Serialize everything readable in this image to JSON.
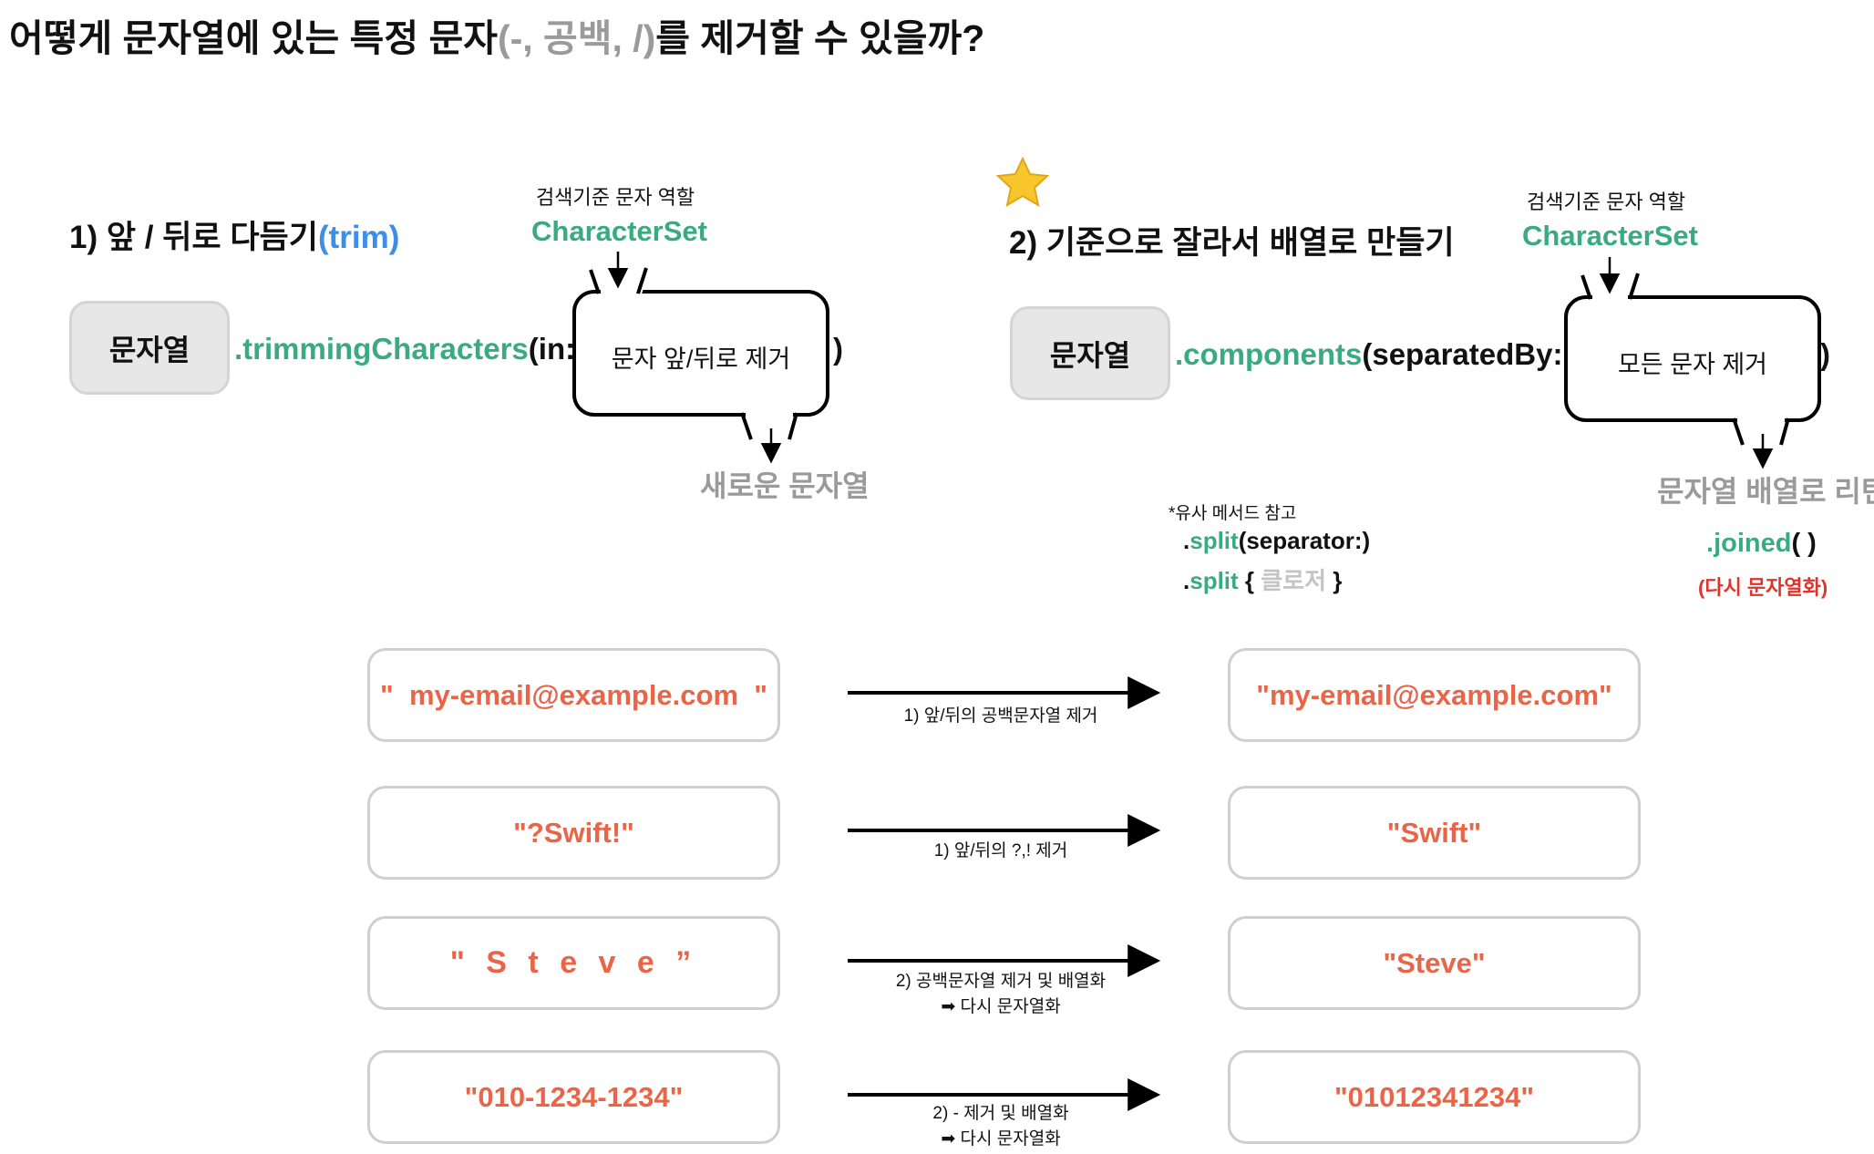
{
  "title": {
    "prefix": "어떻게 문자열에 있는 특정 문자",
    "highlight": "(-, 공백, /)",
    "suffix": "를 제거할 수 있을까?"
  },
  "section1": {
    "heading": "1) 앞 / 뒤로 다듬기",
    "heading_highlight": "(trim)",
    "note": "검색기준 문자 역할",
    "charset": "CharacterSet",
    "receiver": "문자열",
    "method_dot": ".",
    "method_name": "trimmingCharacters",
    "method_param": "(in:",
    "bubble_text": "문자 앞/뒤로 제거",
    "close_paren": ")",
    "result": "새로운 문자열"
  },
  "section2": {
    "star_icon": "star-icon",
    "heading": "2) 기준으로 잘라서 배열로 만들기",
    "note": "검색기준 문자 역할",
    "charset": "CharacterSet",
    "receiver": "문자열",
    "method_dot": ".",
    "method_name": "components",
    "method_param": "(separatedBy:",
    "bubble_text": "모든 문자 제거",
    "close_paren": ")",
    "result": "문자열 배열로 리턴",
    "similar_note": "*유사 메서드 참고",
    "split1_dot": ".",
    "split1_name": "split",
    "split1_param": "(separator:)",
    "split2_dot": ".",
    "split2_name": "split",
    "split2_open": " { ",
    "split2_closure": "클로저",
    "split2_close": " }",
    "joined_dot": ".",
    "joined_name": "joined",
    "joined_paren": "( )",
    "joined_note": "(다시 문자열화)"
  },
  "examples": [
    {
      "input": "\"  my-email@example.com  \"",
      "output": "\"my-email@example.com\"",
      "label_lines": [
        "1) 앞/뒤의 공백문자열 제거"
      ]
    },
    {
      "input": "\"?Swift!\"",
      "output": "\"Swift\"",
      "label_lines": [
        "1) 앞/뒤의 ?,! 제거"
      ]
    },
    {
      "input": "\" S t e v e ”",
      "output": "\"Steve\"",
      "label_lines": [
        "2) 공백문자열 제거 및 배열화",
        "➡ 다시 문자열화"
      ]
    },
    {
      "input": "\"010-1234-1234\"",
      "output": "\"01012341234\"",
      "label_lines": [
        "2) - 제거 및 배열화",
        "➡ 다시 문자열화"
      ]
    }
  ],
  "colors": {
    "green": "#3aaa80",
    "blue": "#3d8fe6",
    "gray": "#9a9a9a",
    "orange_red": "#ea6548",
    "red": "#e0332c",
    "pill_bg": "#e7e7e7",
    "star": "#f7c52c"
  }
}
